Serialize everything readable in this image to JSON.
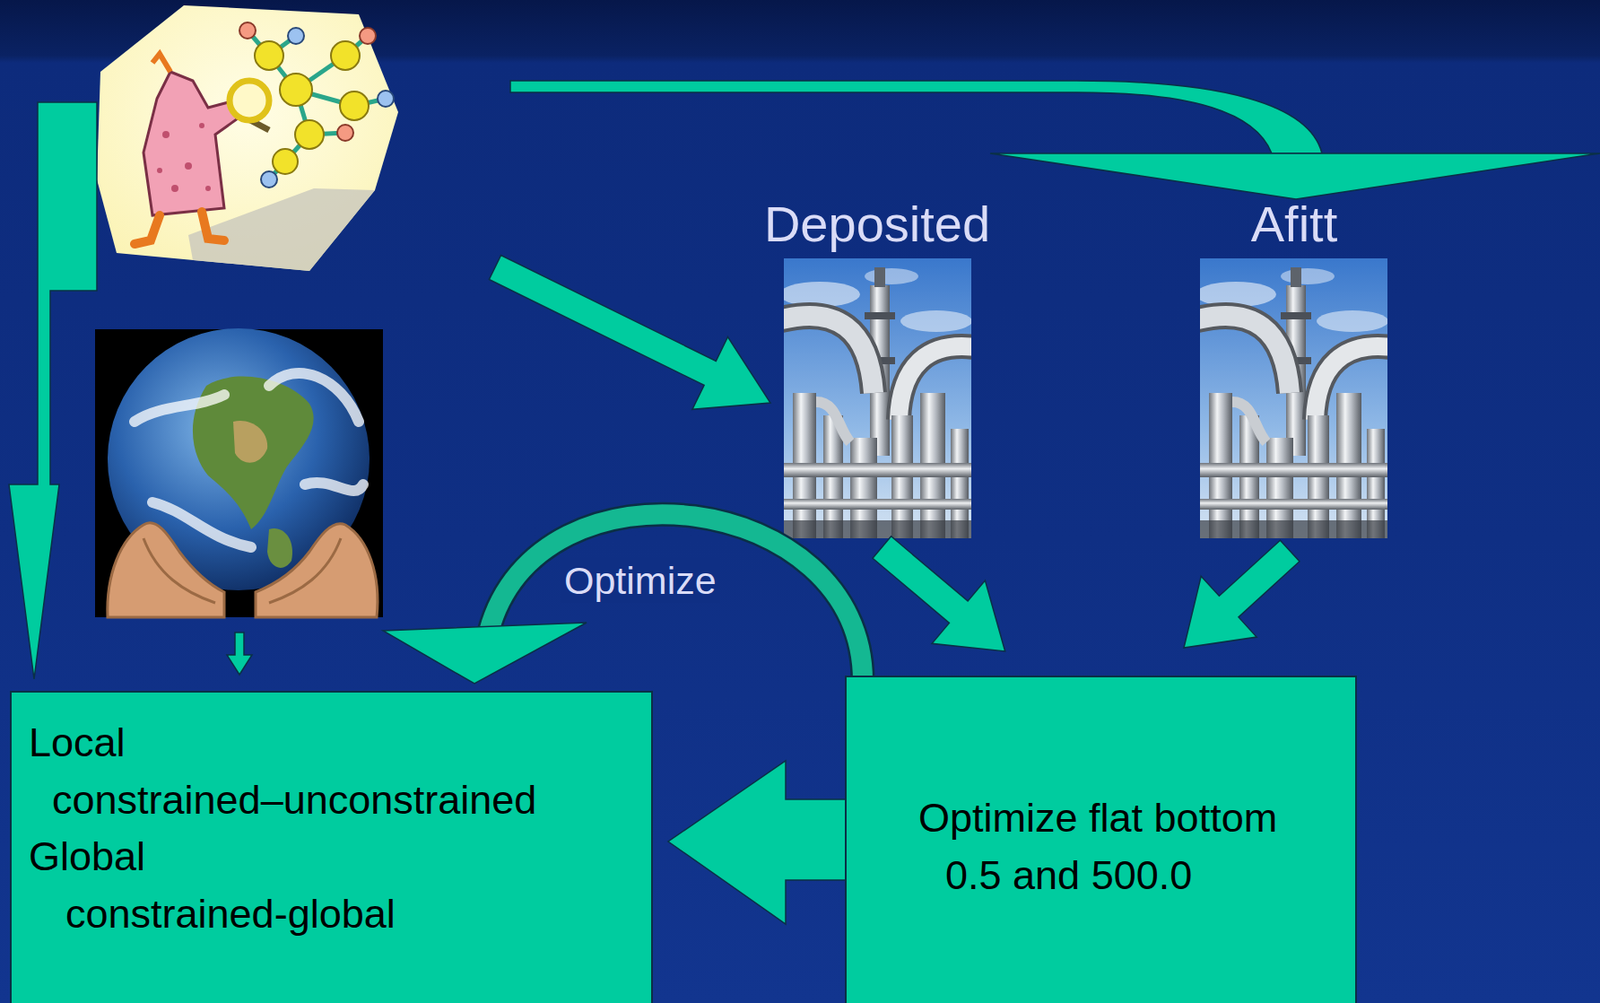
{
  "diagram": {
    "nodes": [
      {
        "text": [
          "Deposited"
        ]
      },
      {
        "text": [
          "Afitt"
        ]
      },
      {
        "text": [
          "Local",
          "constrained–unconstrained",
          "Global",
          "constrained-global"
        ]
      },
      {
        "text": [
          "Optimize flat bottom",
          "0.5 and 500.0"
        ]
      }
    ],
    "edges": [
      {
        "from": 0,
        "to": 3,
        "arrow": "to"
      },
      {
        "from": 1,
        "to": 3,
        "arrow": "to"
      },
      {
        "from": 3,
        "to": 2,
        "arrow": "to"
      },
      {
        "from": 3,
        "to": 2,
        "label": "Optimize",
        "arrow": "to"
      }
    ]
  }
}
